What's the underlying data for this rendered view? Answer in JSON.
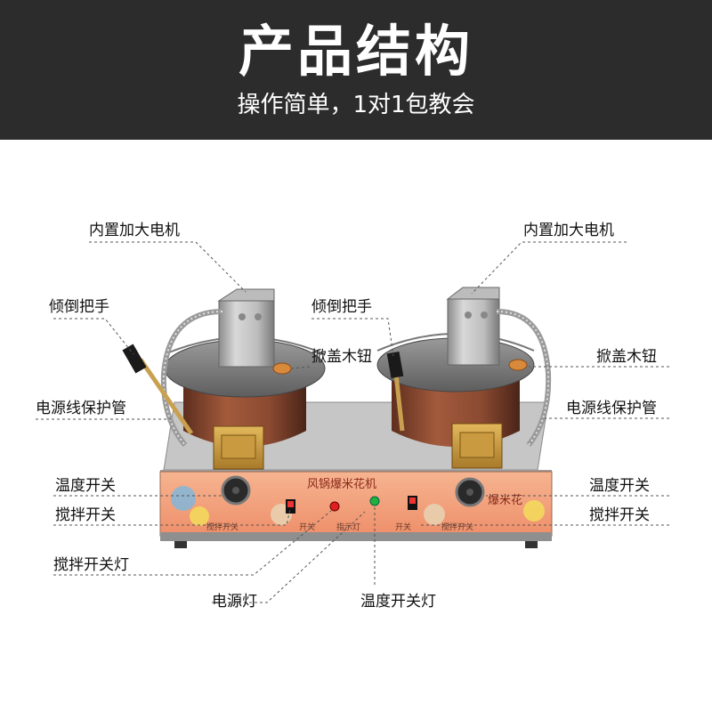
{
  "header": {
    "title": "产品结构",
    "subtitle": "操作简单，1对1包教会"
  },
  "labels": {
    "motor_left": "内置加大电机",
    "motor_right": "内置加大电机",
    "handle_left": "倾倒把手",
    "handle_center": "倾倒把手",
    "lid_knob_center": "掀盖木钮",
    "lid_knob_right": "掀盖木钮",
    "cord_left": "电源线保护管",
    "cord_right": "电源线保护管",
    "temp_switch_left": "温度开关",
    "temp_switch_right": "温度开关",
    "stir_switch_left": "搅拌开关",
    "stir_switch_right": "搅拌开关",
    "stir_light": "搅拌开关灯",
    "power_light": "电源灯",
    "temp_light": "温度开关灯"
  },
  "machine": {
    "panel_title": "风锅爆米花机",
    "right_logo": "爆米花",
    "left_panel_caption": "搅拌开关",
    "switch_caption_left": "开关",
    "indicator_caption": "指示灯",
    "switch_caption_right": "开关",
    "right_panel_caption": "搅拌开关"
  },
  "colors": {
    "header_bg": "#2c2c2c",
    "copper": "#8a4a32",
    "steel": "#b8b8b8",
    "panel": "#f0a080",
    "brass": "#c89a40"
  }
}
